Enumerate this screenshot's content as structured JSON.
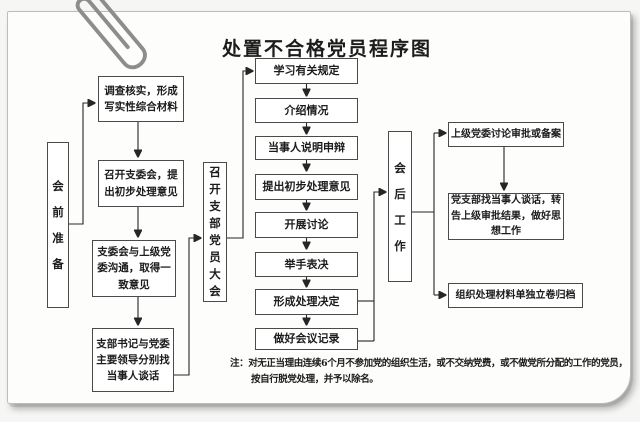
{
  "title": "处置不合格党员程序图",
  "stages": {
    "pre": {
      "label": "会前准备",
      "steps": [
        "调查核实，形成写实性综合材料",
        "召开支委会，提出初步处理意见",
        "支委会与上级党委沟通，取得一致意见",
        "支部书记与党委主要领导分别找当事人谈话"
      ]
    },
    "meeting": {
      "label": "召开支部党员大会",
      "steps": [
        "学习有关规定",
        "介绍情况",
        "当事人说明申辩",
        "提出初步处理意见",
        "开展讨论",
        "举手表决",
        "形成处理决定",
        "做好会议记录"
      ]
    },
    "post": {
      "label": "会后工作",
      "steps": [
        "上级党委讨论审批或备案",
        "党支部找当事人谈话，转告上级审批结果，做好思想工作",
        "组织处理材料单独立卷归档"
      ]
    }
  },
  "note": {
    "lines": [
      "注：对无正当理由连续6个月不参加党的组织生活，或不交纳党费，或不做党所分配的工作的党员，",
      "按自行脱党处理，并予以除名。"
    ]
  },
  "colors": {
    "page_bg": "#f6f6f5",
    "card_bg": "#fdfdfc",
    "card_border": "#bdbdbd",
    "box_border": "#4a4a4a",
    "connector": "#262626",
    "text": "#1c1c1c",
    "paperclip": "#8d8d8d"
  }
}
